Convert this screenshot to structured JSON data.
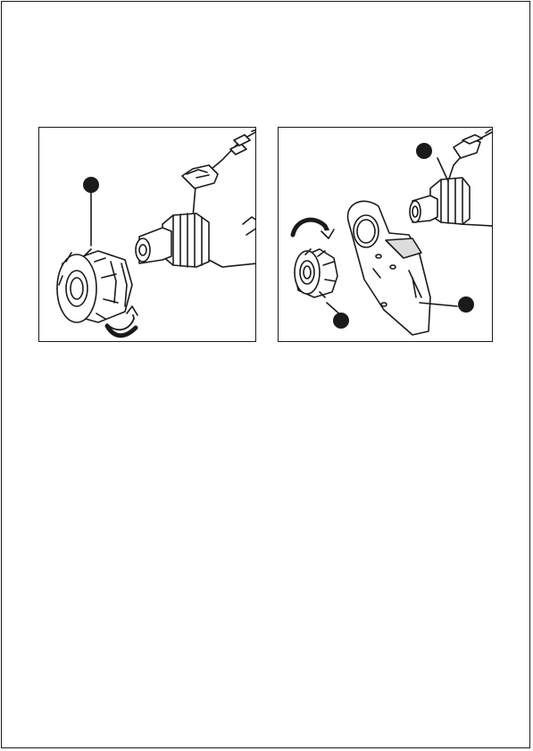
{
  "page": {
    "border_color": "#1a1a1a",
    "background": "#ffffff"
  },
  "figures": [
    {
      "id": "left",
      "callouts": 1,
      "parts": [
        "collet-nut",
        "rotary-tool-nose",
        "rotation-arrow"
      ]
    },
    {
      "id": "right",
      "callouts": 3,
      "parts": [
        "collet-nut",
        "rotary-tool-nose",
        "wrench",
        "rotation-arrow"
      ]
    }
  ],
  "colors": {
    "line": "#1a1a1a",
    "fill_light": "#ffffff",
    "fill_shade": "#dcdcdc",
    "callout": "#1a1a1a"
  }
}
